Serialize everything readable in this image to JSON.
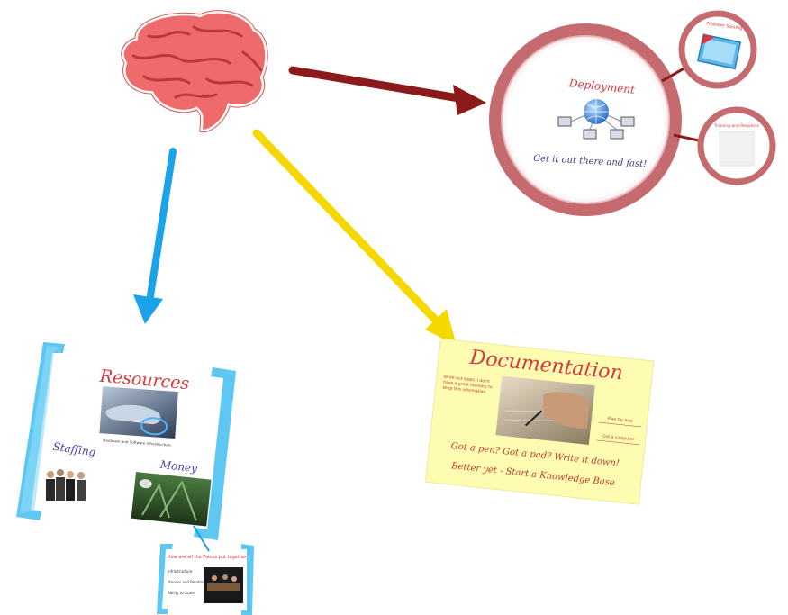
{
  "colors": {
    "red_arrow": "#8b1a1a",
    "blue_arrow": "#1aa3e8",
    "yellow_arrow": "#f5d800",
    "brain": "#ef6b6b",
    "ring": "#c56b6f",
    "doc_bg": "#fdfcb0",
    "bracket": "#5ec8f2",
    "title_red": "#d9363e",
    "title_purple": "#4b3aa8"
  },
  "brain": {
    "icon": "brain-icon"
  },
  "deployment": {
    "title": "Deployment",
    "tagline": "Get it out there and fast!",
    "icon": "network-globe-icon",
    "sub1_title": "Problem Solving",
    "sub2_title": "Training and Requests"
  },
  "resources": {
    "title": "Resources",
    "caption": "Hardware and Software Infrastructure",
    "staffing": "Staffing",
    "money": "Money",
    "sub_title": "How are all the Pieces put together",
    "sub_items": [
      "Infrastructure",
      "Process and Relationship Complexity",
      "Ability to Scale"
    ]
  },
  "documentation": {
    "title": "Documentation",
    "note_left": "Write out steps. I don't have a great memory to keep this information",
    "note_right1": "Plan for how",
    "note_right2": "Got a computer",
    "line1": "Got a pen?  Got a pad?  Write it down!",
    "line2": "Better yet - Start a Knowledge Base"
  }
}
